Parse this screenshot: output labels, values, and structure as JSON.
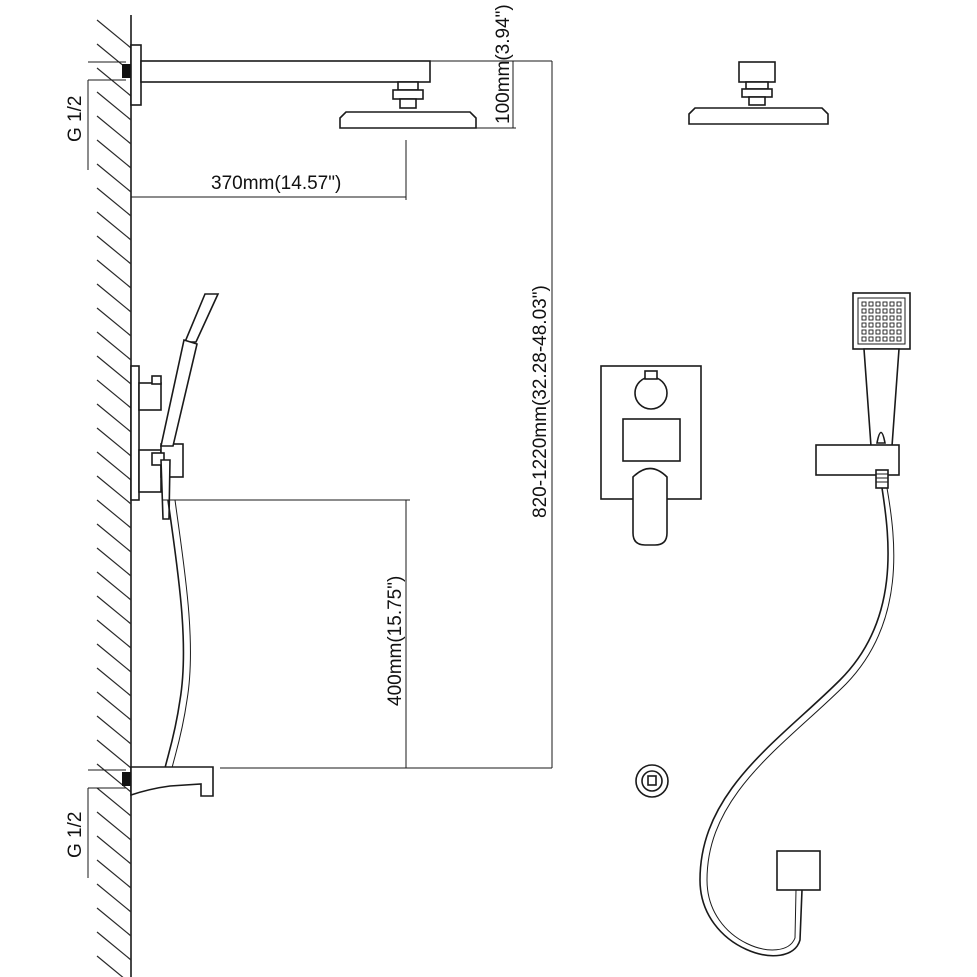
{
  "labels": {
    "inlet_top": "G 1/2",
    "inlet_bottom": "G 1/2",
    "head_drop": "100mm(3.94\")",
    "arm_length": "370mm(14.57\")",
    "total_height": "820-1220mm(32.28-48.03\")",
    "spout_to_valve": "400mm(15.75\")"
  },
  "components": [
    "wall",
    "shower-arm",
    "rain-shower-head",
    "diverter-valve",
    "hand-shower",
    "shower-hose",
    "tub-spout",
    "hand-shower-holder",
    "wall-elbow",
    "escutcheon-round"
  ]
}
